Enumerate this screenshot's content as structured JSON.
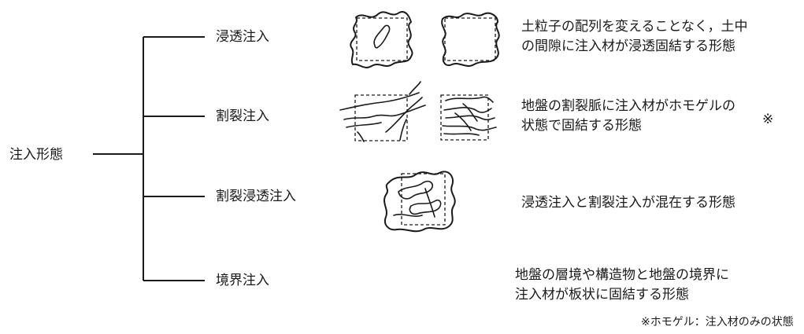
{
  "root": {
    "label": "注入形態"
  },
  "branches": [
    {
      "label": "浸透注入",
      "description": [
        "土粒子の配列を変えることなく，土中",
        "の間隙に注入材が浸透固結する形態"
      ]
    },
    {
      "label": "割裂注入",
      "description": [
        "地盤の割裂脈に注入材がホモゲルの",
        "状態で固結する形態"
      ],
      "mark": "※"
    },
    {
      "label": "割裂浸透注入",
      "description": [
        "浸透注入と割裂注入が混在する形態"
      ]
    },
    {
      "label": "境界注入",
      "description": [
        "地盤の層境や構造物と地盤の境界に",
        "注入材が板状に固結する形態"
      ]
    }
  ],
  "footnote": "※ホモゲル：注入材のみの状態"
}
